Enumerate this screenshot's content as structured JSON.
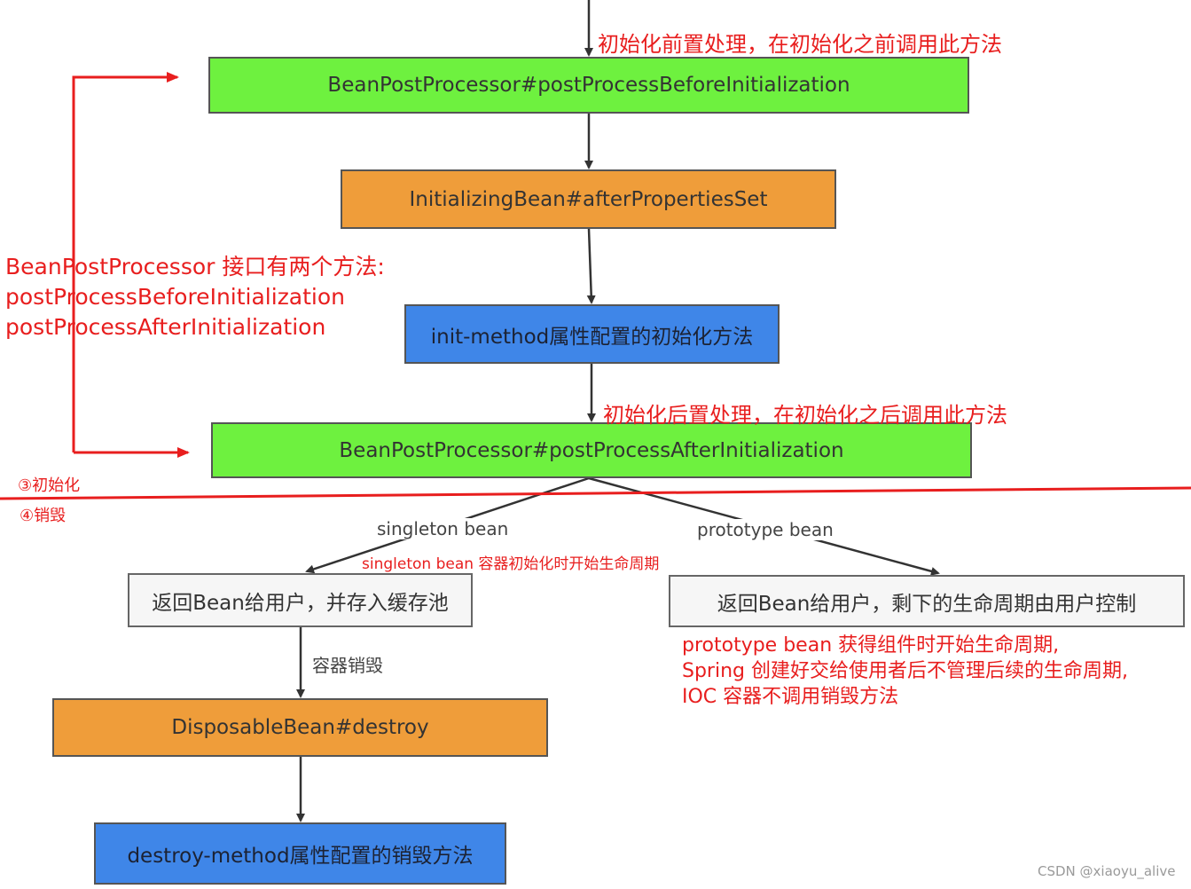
{
  "nodes": {
    "bpp_before": "BeanPostProcessor#postProcessBeforeInitialization",
    "initializing_bean": "InitializingBean#afterPropertiesSet",
    "init_method": "init-method属性配置的初始化方法",
    "bpp_after": "BeanPostProcessor#postProcessAfterInitialization",
    "return_singleton": "返回Bean给用户，并存入缓存池",
    "return_prototype": "返回Bean给用户，剩下的生命周期由用户控制",
    "disposable_bean": "DisposableBean#destroy",
    "destroy_method": "destroy-method属性配置的销毁方法"
  },
  "annotations": {
    "before_note": "初始化前置处理，在初始化之前调用此方法",
    "after_note": "初始化后置处理，在初始化之后调用此方法",
    "bpp_interface": [
      "BeanPostProcessor 接口有两个方法:",
      "postProcessBeforeInitialization",
      "postProcessAfterInitialization"
    ],
    "phase_init": "③初始化",
    "phase_destroy": "④销毁",
    "singleton_note": "singleton bean 容器初始化时开始生命周期",
    "prototype_note": [
      "prototype bean 获得组件时开始生命周期,",
      "Spring 创建好交给使用者后不管理后续的生命周期,",
      "IOC 容器不调用销毁方法"
    ]
  },
  "edge_labels": {
    "singleton": "singleton bean",
    "prototype": "prototype bean",
    "container_destroy": "容器销毁"
  },
  "watermark": "CSDN @xiaoyu_alive",
  "colors": {
    "green": "#6ef13f",
    "orange": "#ef9d3a",
    "blue": "#3f86e8",
    "red": "#e81e1e"
  }
}
